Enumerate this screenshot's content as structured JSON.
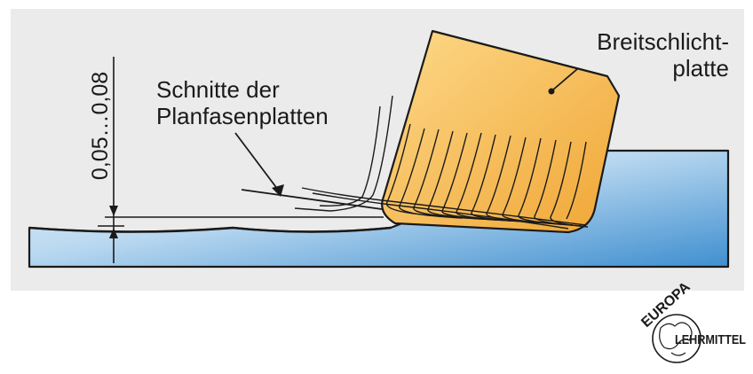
{
  "labels": {
    "insert": [
      "Breitschlicht-",
      "platte"
    ],
    "cuts": [
      "Schnitte der",
      "Planfasenplatten"
    ],
    "dimension": "0,05…0,08"
  },
  "logo": {
    "top_text": "EUROPA",
    "side_text": "LEHRMITTEL"
  },
  "colors": {
    "panel": "#ebebeb",
    "workpiece_light": "#e4f0fa",
    "workpiece_dark": "#3f8fd0",
    "insert_light": "#fcd27a",
    "insert_dark": "#f0a93a",
    "line": "#1a1a1a"
  }
}
